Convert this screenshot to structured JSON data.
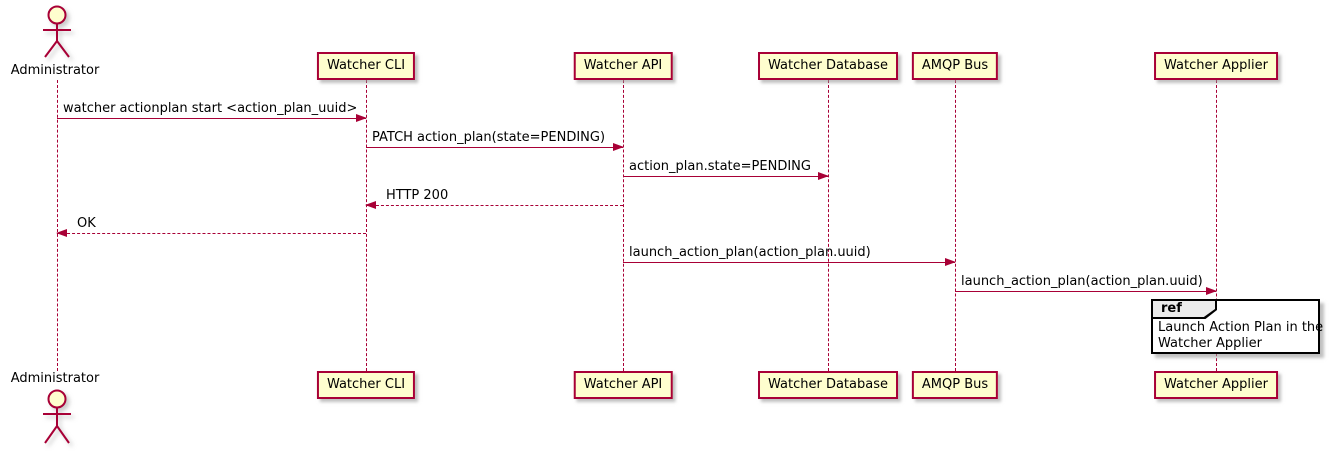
{
  "colors": {
    "accent_border": "#A80036",
    "participant_fill": "#FEFECE",
    "ref_header_fill": "#EBEBEB",
    "ref_border": "#000000",
    "background": "#FFFFFF"
  },
  "actor": {
    "name": "Administrator"
  },
  "participants": [
    {
      "name": "Watcher CLI"
    },
    {
      "name": "Watcher API"
    },
    {
      "name": "Watcher Database"
    },
    {
      "name": "AMQP Bus"
    },
    {
      "name": "Watcher Applier"
    }
  ],
  "messages": [
    {
      "from": "Administrator",
      "to": "Watcher CLI",
      "type": "solid-arrow",
      "text": "watcher actionplan start <action_plan_uuid>"
    },
    {
      "from": "Watcher CLI",
      "to": "Watcher API",
      "type": "solid-arrow",
      "text": "PATCH action_plan(state=PENDING)"
    },
    {
      "from": "Watcher API",
      "to": "Watcher Database",
      "type": "solid-arrow",
      "text": "action_plan.state=PENDING"
    },
    {
      "from": "Watcher API",
      "to": "Watcher CLI",
      "type": "dashed-reply",
      "text": "HTTP 200"
    },
    {
      "from": "Watcher CLI",
      "to": "Administrator",
      "type": "dashed-reply",
      "text": "OK"
    },
    {
      "from": "Watcher API",
      "to": "AMQP Bus",
      "type": "solid-arrow",
      "text": "launch_action_plan(action_plan.uuid)"
    },
    {
      "from": "AMQP Bus",
      "to": "Watcher Applier",
      "type": "solid-arrow",
      "text": "launch_action_plan(action_plan.uuid)"
    }
  ],
  "ref": {
    "keyword": "ref",
    "over": "Watcher Applier",
    "line1": "Launch Action Plan in the",
    "line2": "Watcher Applier"
  }
}
